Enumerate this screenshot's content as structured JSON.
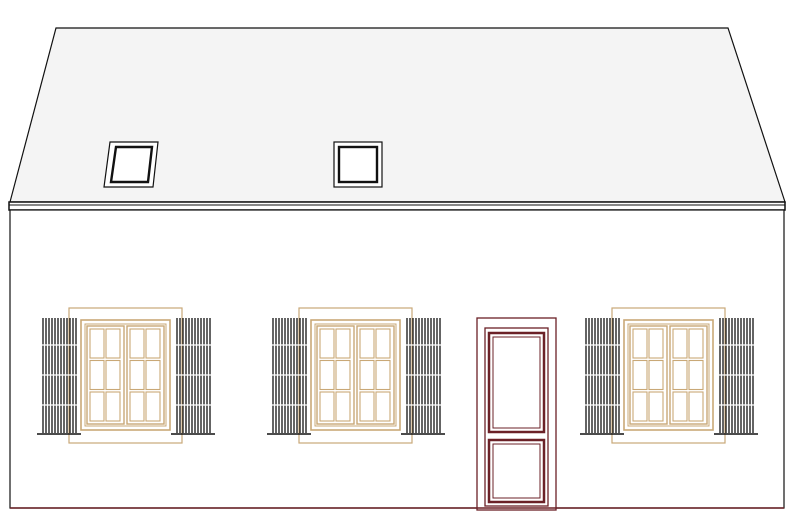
{
  "colors": {
    "background": "#ffffff",
    "outline": "#111111",
    "roof_fill": "#f4f4f4",
    "wall_fill": "#ffffff",
    "window_frame": "#c9a877",
    "door_frame": "#6b2127",
    "shutter": "#111111",
    "ground_line": "#6b2127"
  },
  "elements": {
    "roof": {
      "skylights": 2
    },
    "facade": {
      "windows": 3,
      "window_panes_per_leaf": 6
    },
    "door": {
      "panels": 2
    }
  }
}
